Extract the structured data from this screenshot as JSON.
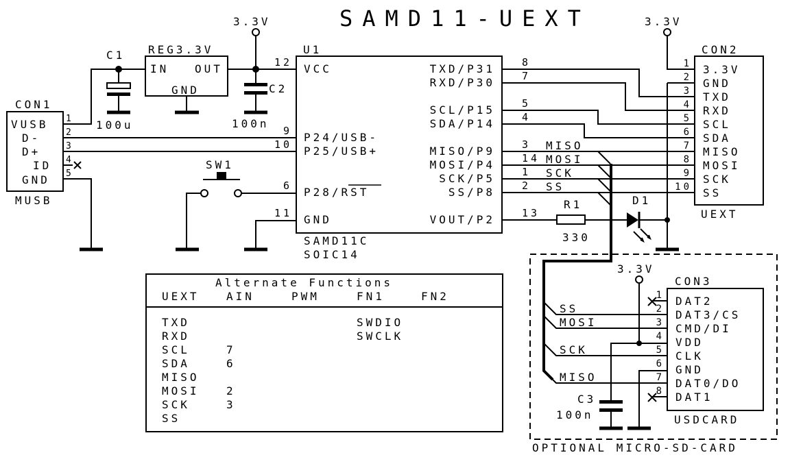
{
  "title": "SAMD11-UEXT",
  "supply": "3.3V",
  "con1": {
    "ref": "CON1",
    "name": "MUSB",
    "pins": [
      "VUSB",
      "D-",
      "D+",
      "ID",
      "GND"
    ],
    "pin_numbers": [
      "1",
      "2",
      "3",
      "4",
      "5"
    ]
  },
  "c1": {
    "ref": "C1",
    "value": "100u"
  },
  "reg": {
    "ref": "REG3.3V",
    "in": "IN",
    "out": "OUT",
    "gnd": "GND"
  },
  "c2": {
    "ref": "C2",
    "value": "100n"
  },
  "u1": {
    "ref": "U1",
    "part": "SAMD11C",
    "package": "SOIC14",
    "left_pins": [
      {
        "num": "12",
        "name": "VCC"
      },
      {
        "num": "9",
        "name": "P24/USB-"
      },
      {
        "num": "10",
        "name": "P25/USB+"
      },
      {
        "num": "6",
        "name": "P28/RST"
      },
      {
        "num": "11",
        "name": "GND"
      }
    ],
    "right_pins": [
      {
        "num": "8",
        "name": "TXD/P31"
      },
      {
        "num": "7",
        "name": "RXD/P30"
      },
      {
        "num": "5",
        "name": "SCL/P15"
      },
      {
        "num": "4",
        "name": "SDA/P14"
      },
      {
        "num": "3",
        "name": "MISO/P9",
        "net": "MISO"
      },
      {
        "num": "14",
        "name": "MOSI/P4",
        "net": "MOSI"
      },
      {
        "num": "1",
        "name": "SCK/P5",
        "net": "SCK"
      },
      {
        "num": "2",
        "name": "SS/P8",
        "net": "SS"
      },
      {
        "num": "13",
        "name": "VOUT/P2"
      }
    ]
  },
  "sw1": {
    "ref": "SW1"
  },
  "r1": {
    "ref": "R1",
    "value": "330"
  },
  "d1": {
    "ref": "D1"
  },
  "con2": {
    "ref": "CON2",
    "name": "UEXT",
    "pins": [
      "3.3V",
      "GND",
      "TXD",
      "RXD",
      "SCL",
      "SDA",
      "MISO",
      "MOSI",
      "SCK",
      "SS"
    ],
    "pin_numbers": [
      "1",
      "2",
      "3",
      "4",
      "5",
      "6",
      "7",
      "8",
      "9",
      "10"
    ]
  },
  "con3": {
    "ref": "CON3",
    "name": "USDCARD",
    "pins": [
      "DAT2",
      "DAT3/CS",
      "CMD/DI",
      "VDD",
      "CLK",
      "GND",
      "DAT0/DO",
      "DAT1"
    ],
    "pin_numbers": [
      "1",
      "2",
      "3",
      "4",
      "5",
      "6",
      "7",
      "8"
    ]
  },
  "sd_nets": [
    "SS",
    "MOSI",
    "SCK",
    "MISO"
  ],
  "c3": {
    "ref": "C3",
    "value": "100n"
  },
  "optional_label": "OPTIONAL MICRO-SD-CARD",
  "alt_table": {
    "title": "Alternate Functions",
    "headers": [
      "UEXT",
      "AIN",
      "PWM",
      "FN1",
      "FN2"
    ],
    "rows": [
      [
        "TXD",
        "",
        "",
        "SWDIO",
        ""
      ],
      [
        "RXD",
        "",
        "",
        "SWCLK",
        ""
      ],
      [
        "SCL",
        "7",
        "",
        "",
        ""
      ],
      [
        "SDA",
        "6",
        "",
        "",
        ""
      ],
      [
        "MISO",
        "",
        "",
        "",
        ""
      ],
      [
        "MOSI",
        "2",
        "",
        "",
        ""
      ],
      [
        "SCK",
        "3",
        "",
        "",
        ""
      ],
      [
        "SS",
        "",
        "",
        "",
        ""
      ]
    ]
  }
}
